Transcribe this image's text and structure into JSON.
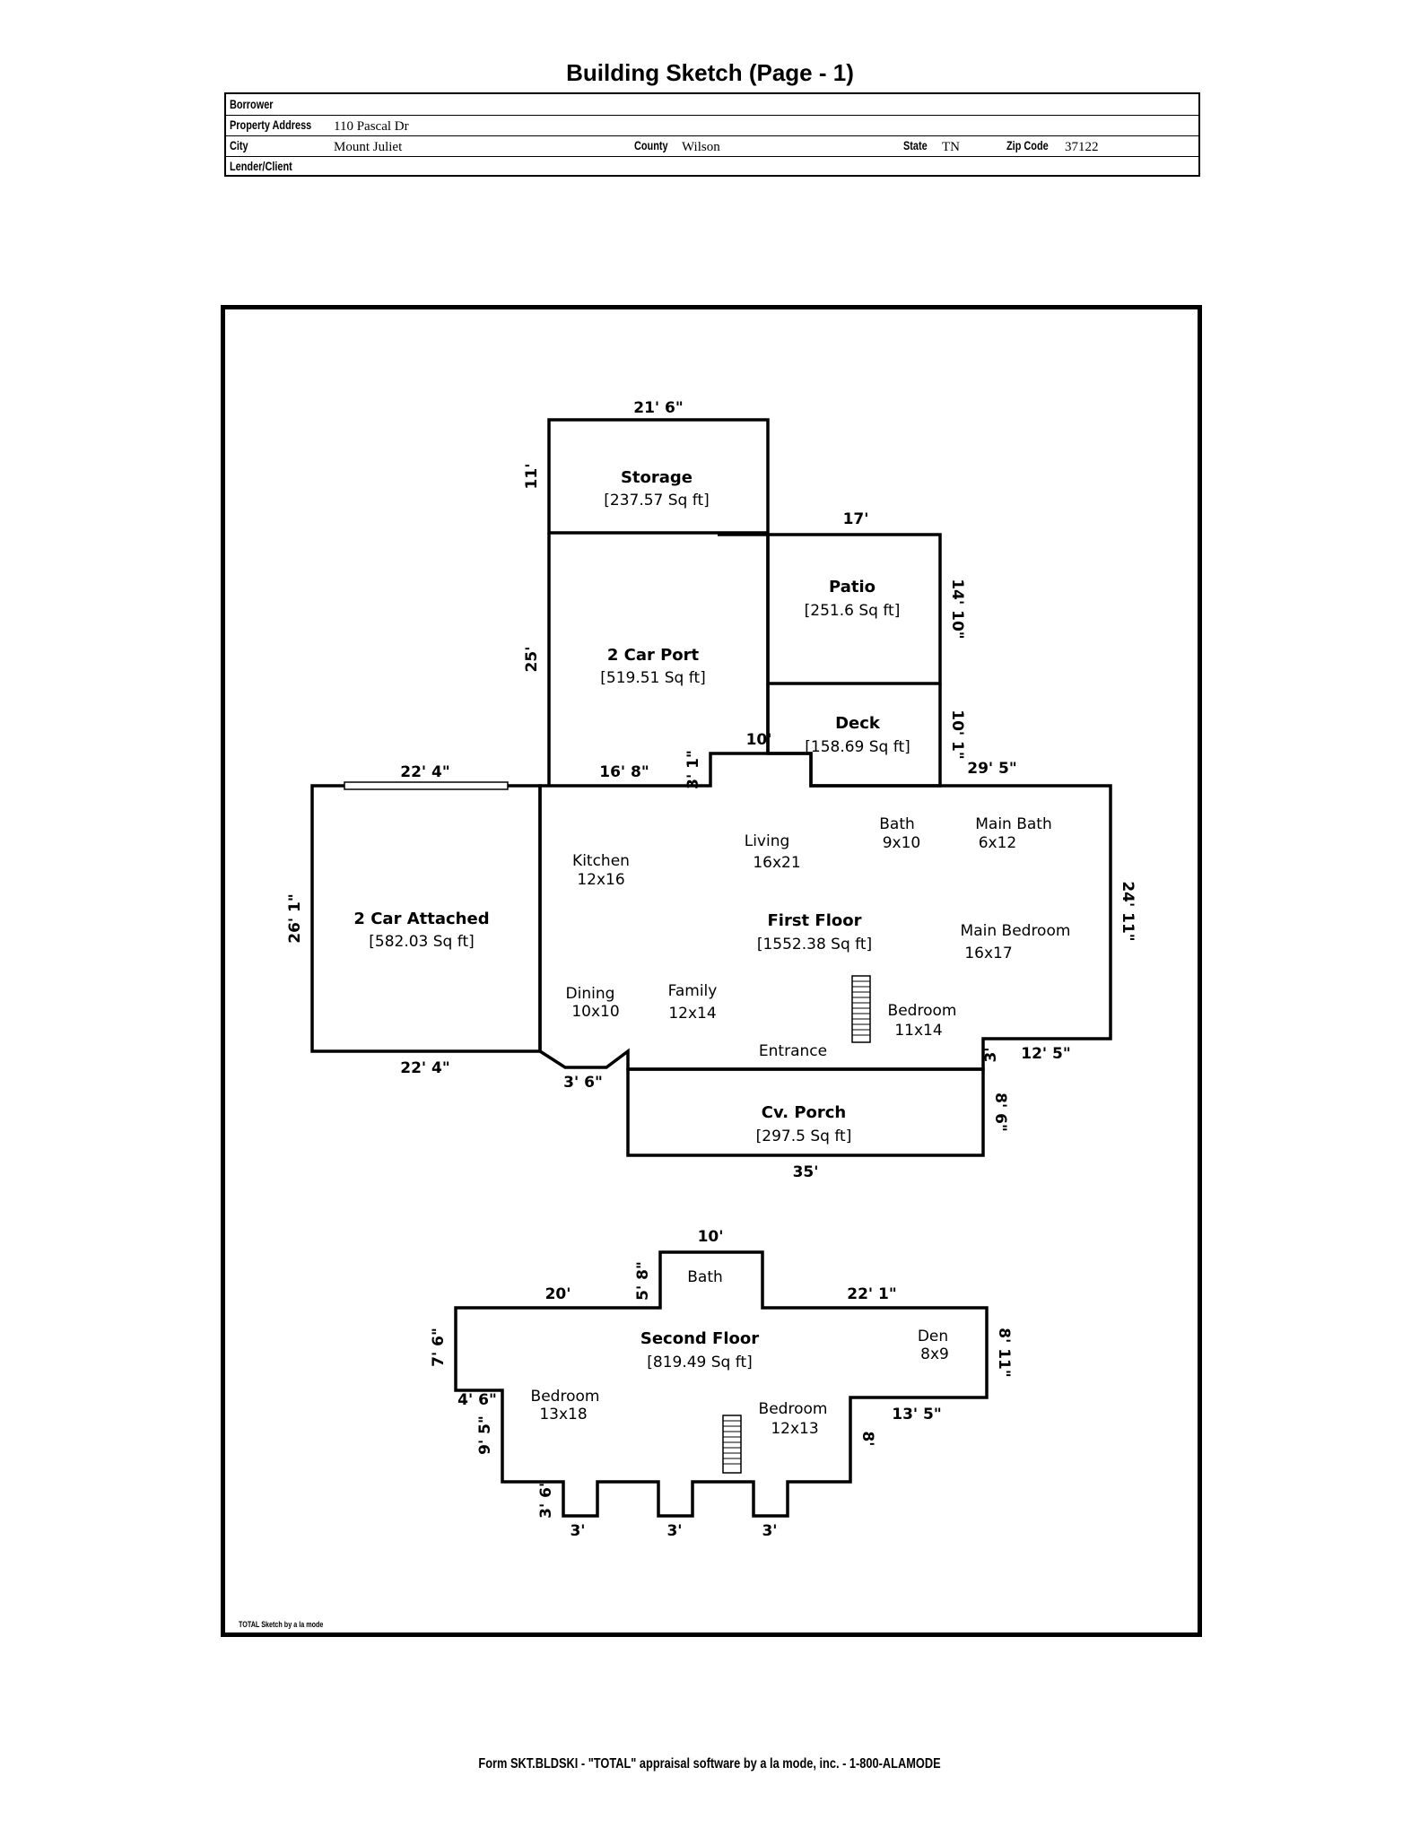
{
  "header": {
    "title": "Building Sketch (Page - 1)",
    "borrower_label": "Borrower",
    "borrower": "",
    "address_label": "Property Address",
    "address": "110 Pascal Dr",
    "city_label": "City",
    "city": "Mount Juliet",
    "county_label": "County",
    "county": "Wilson",
    "state_label": "State",
    "state": "TN",
    "zip_label": "Zip Code",
    "zip": "37122",
    "lender_label": "Lender/Client",
    "lender": ""
  },
  "first_floor": {
    "storage": {
      "name": "Storage",
      "area": "[237.57 Sq ft]"
    },
    "carport": {
      "name": "2 Car Port",
      "area": "[519.51 Sq ft]"
    },
    "patio": {
      "name": "Patio",
      "area": "[251.6 Sq ft]"
    },
    "deck": {
      "name": "Deck",
      "area": "[158.69 Sq ft]"
    },
    "garage": {
      "name": "2 Car Attached",
      "area": "[582.03 Sq ft]"
    },
    "main": {
      "name": "First Floor",
      "area": "[1552.38 Sq ft]"
    },
    "porch": {
      "name": "Cv. Porch",
      "area": "[297.5 Sq ft]"
    },
    "rooms": {
      "kitchen": "Kitchen",
      "kitchen_size": "12x16",
      "living": "Living",
      "living_size": "16x21",
      "bath": "Bath",
      "bath_size": "9x10",
      "main_bath": "Main Bath",
      "main_bath_size": "6x12",
      "main_bedroom": "Main Bedroom",
      "main_bedroom_size": "16x17",
      "dining": "Dining",
      "dining_size": "10x10",
      "family": "Family",
      "family_size": "12x14",
      "bedroom": "Bedroom",
      "bedroom_size": "11x14",
      "entrance": "Entrance"
    },
    "dims": {
      "storage_top": "21' 6\"",
      "storage_side": "11'",
      "patio_top": "17'",
      "patio_side": "14' 10\"",
      "carport_side": "25'",
      "deck_side": "10' 1\"",
      "deck_bottom": "10'",
      "carport_bottom": "16' 8\"",
      "bump": "3' 1\"",
      "main_top_right": "29' 5\"",
      "garage_top": "22' 4\"",
      "garage_side": "26' 1\"",
      "garage_bottom": "22' 4\"",
      "main_side": "24' 11\"",
      "angle": "3' 6\"",
      "right_step": "3'",
      "right_bottom": "12' 5\"",
      "porch_side": "8' 6\"",
      "porch_bottom": "35'"
    }
  },
  "second_floor": {
    "main": {
      "name": "Second Floor",
      "area": "[819.49 Sq ft]"
    },
    "rooms": {
      "bath": "Bath",
      "den": "Den",
      "den_size": "8x9",
      "bedroom1": "Bedroom",
      "bedroom1_size": "13x18",
      "bedroom2": "Bedroom",
      "bedroom2_size": "12x13"
    },
    "dims": {
      "bath_top": "10'",
      "bath_side": "5' 8\"",
      "top_left": "20'",
      "top_right": "22' 1\"",
      "left_side": "7' 6\"",
      "right_side": "8' 11\"",
      "left_step": "4' 6\"",
      "left_lower": "9' 5\"",
      "right_bottom": "13' 5\"",
      "right_lower": "8'",
      "bump_side": "3' 6\"",
      "bump1": "3'",
      "bump2": "3'",
      "bump3": "3'"
    }
  },
  "footer": {
    "credit": "TOTAL Sketch by a la mode",
    "form": "Form SKT.BLDSKI - \"TOTAL\" appraisal software by a la mode, inc. - 1-800-ALAMODE"
  }
}
